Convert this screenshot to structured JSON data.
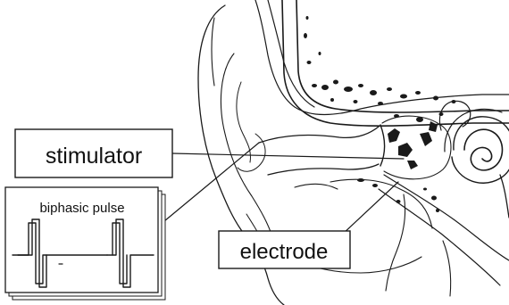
{
  "labels": {
    "stimulator": "stimulator",
    "biphasic_pulse": "biphasic pulse",
    "electrode": "electrode"
  },
  "colors": {
    "ink": "#1a1a1a",
    "background": "#ffffff"
  }
}
